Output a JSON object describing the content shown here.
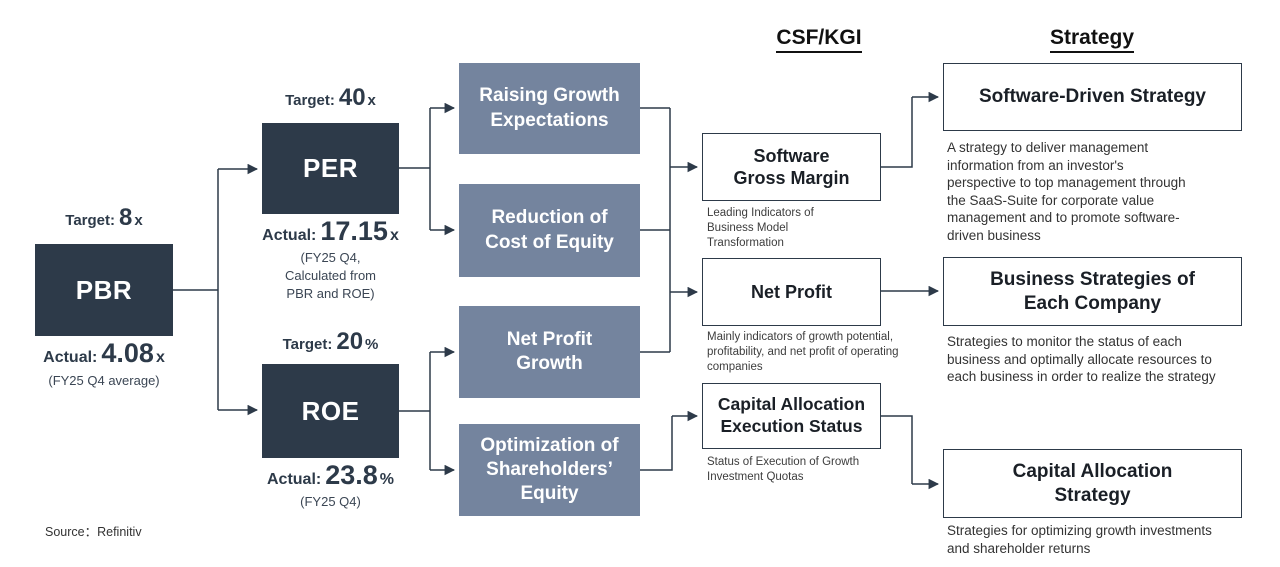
{
  "colors": {
    "dark_navy": "#2d3a49",
    "blue_gray": "#74849e",
    "line": "#2d3a49"
  },
  "headers": {
    "csf_kgi": "CSF/KGI",
    "strategy": "Strategy"
  },
  "metrics": {
    "pbr": {
      "name": "PBR",
      "target_label": "Target:",
      "target_value": "8",
      "target_unit": "x",
      "actual_label": "Actual:",
      "actual_value": "4.08",
      "actual_unit": "x",
      "actual_note": "(FY25 Q4 average)"
    },
    "per": {
      "name": "PER",
      "target_label": "Target:",
      "target_value": "40",
      "target_unit": "x",
      "actual_label": "Actual:",
      "actual_value": "17.15",
      "actual_unit": "x",
      "actual_note_lines": [
        "(FY25 Q4,",
        "Calculated from",
        "PBR and ROE)"
      ]
    },
    "roe": {
      "name": "ROE",
      "target_label": "Target:",
      "target_value": "20",
      "target_unit": "%",
      "actual_label": "Actual:",
      "actual_value": "23.8",
      "actual_unit": "%",
      "actual_note": "(FY25 Q4)"
    }
  },
  "drivers": [
    {
      "label": "Raising Growth Expectations"
    },
    {
      "label": "Reduction of Cost of Equity"
    },
    {
      "label": "Net Profit Growth"
    },
    {
      "label": "Optimization of Shareholders’ Equity"
    }
  ],
  "csf_items": [
    {
      "title": "Software Gross Margin",
      "caption": "Leading Indicators of Business Model Transformation"
    },
    {
      "title": "Net Profit",
      "caption": "Mainly indicators of growth potential, profitability, and net profit of operating companies"
    },
    {
      "title": "Capital Allocation Execution Status",
      "caption": "Status of Execution of Growth Investment Quotas"
    }
  ],
  "strategy_items": [
    {
      "title": "Software-Driven Strategy",
      "caption": "A strategy to deliver management information from an investor's perspective to top management through the SaaS-Suite for corporate value management and to promote software-driven business"
    },
    {
      "title": "Business Strategies of Each Company",
      "caption": "Strategies to monitor the status of each business and optimally allocate resources to each business in order to realize the strategy"
    },
    {
      "title": "Capital Allocation Strategy",
      "caption": "Strategies for optimizing growth investments and shareholder returns"
    }
  ],
  "source": "Source：Refinitiv"
}
